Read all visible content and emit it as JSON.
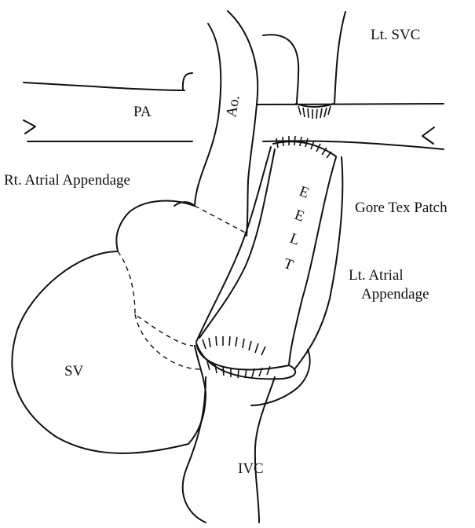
{
  "labels": {
    "pa": "PA",
    "ao": "Ao.",
    "lt_svc": "Lt. SVC",
    "rt_atrial_appendage": "Rt. Atrial Appendage",
    "gore_tex_patch": "Gore Tex Patch",
    "eelt": [
      "E",
      "E",
      "L",
      "T"
    ],
    "lt_atrial_appendage_line1": "Lt. Atrial",
    "lt_atrial_appendage_line2": "Appendage",
    "sv": "SV",
    "ivc": "IVC"
  },
  "colors": {
    "line": "#111111",
    "background": "#ffffff"
  }
}
